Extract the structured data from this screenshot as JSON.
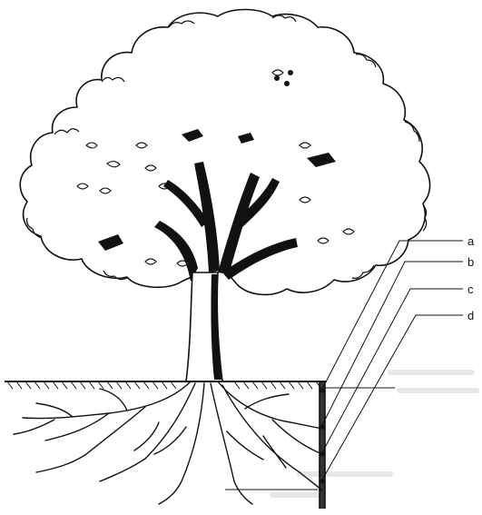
{
  "diagram": {
    "labels": [
      {
        "id": "a",
        "text": "a"
      },
      {
        "id": "b",
        "text": "b"
      },
      {
        "id": "c",
        "text": "c"
      },
      {
        "id": "d",
        "text": "d"
      }
    ]
  },
  "colors": {
    "ink": "#111111",
    "paper": "#ffffff",
    "bleed_through": "#d9d9d9"
  }
}
